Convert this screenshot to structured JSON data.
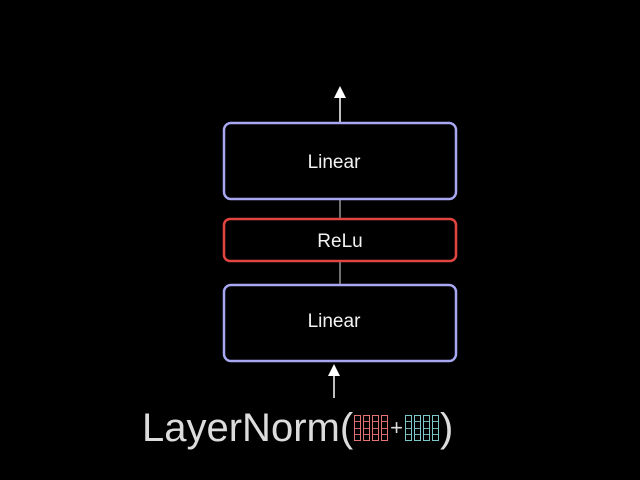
{
  "diagram": {
    "blocks": [
      {
        "label": "Linear",
        "color": "#a7a7f2"
      },
      {
        "label": "ReLu",
        "color": "#e0463f"
      },
      {
        "label": "Linear",
        "color": "#a7a7f2"
      }
    ],
    "formula": {
      "prefix": "LayerNorm(",
      "operator": "+",
      "suffix": ")",
      "vector_a_color": "#e57373",
      "vector_b_color": "#7ec7c9",
      "vector_cells": 4
    }
  }
}
